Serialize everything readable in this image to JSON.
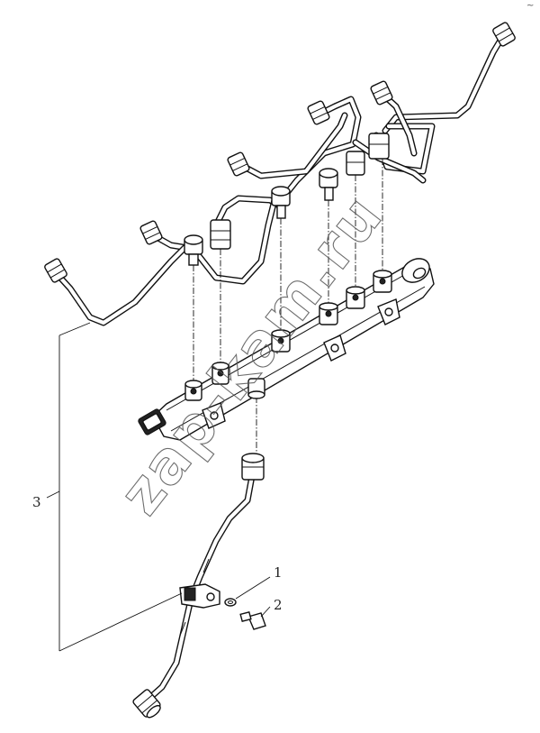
{
  "callouts": [
    {
      "id": "1",
      "label": "1"
    },
    {
      "id": "2",
      "label": "2"
    },
    {
      "id": "3",
      "label": "3"
    }
  ],
  "watermark": "zap-kam.ru",
  "corner_mark": "~"
}
